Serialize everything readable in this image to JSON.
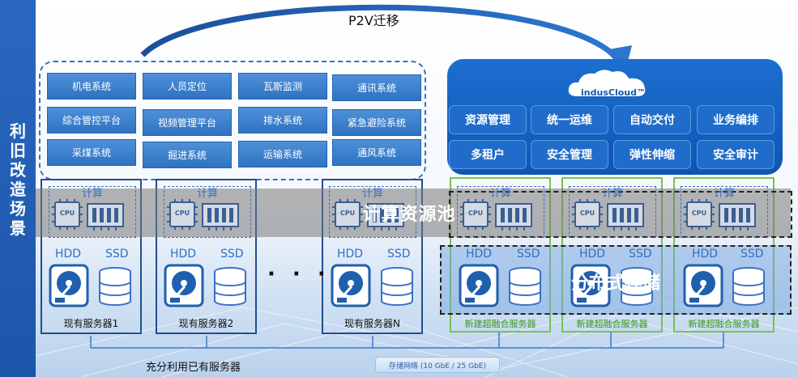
{
  "side_title": "利旧改造场景",
  "migration_label": "P2V迁移",
  "legacy_systems": [
    [
      "机电系统",
      "人员定位",
      "瓦斯监测",
      "通讯系统"
    ],
    [
      "综合管控平台",
      "视频管理平台",
      "排水系统",
      "紧急避险系统"
    ],
    [
      "采煤系统",
      "掘进系统",
      "运输系统",
      "通风系统"
    ]
  ],
  "cloud": {
    "logo_text": "indusCloud™",
    "services": [
      [
        "资源管理",
        "统一运维",
        "自动交付",
        "业务编排"
      ],
      [
        "多租户",
        "安全管理",
        "弹性伸缩",
        "安全审计"
      ]
    ]
  },
  "compute_label": "计算",
  "cpu_text": "CPU",
  "compute_pool_label": "计算资源池",
  "storage_label": "分布式存储",
  "hdd_label": "HDD",
  "ssd_label": "SSD",
  "ellipsis": "· · ·",
  "old_servers": [
    "现有服务器1",
    "现有服务器2",
    "现有服务器N"
  ],
  "new_servers": [
    "新建超融合服务器",
    "新建超融合服务器",
    "新建超融合服务器"
  ],
  "reuse_label": "充分利用已有服务器",
  "network_label": "存储网络 (10 GbE / 25 GbE)",
  "colors": {
    "primary_blue": "#1f6ccb",
    "old_border": "#224d92",
    "new_border": "#78c251"
  }
}
